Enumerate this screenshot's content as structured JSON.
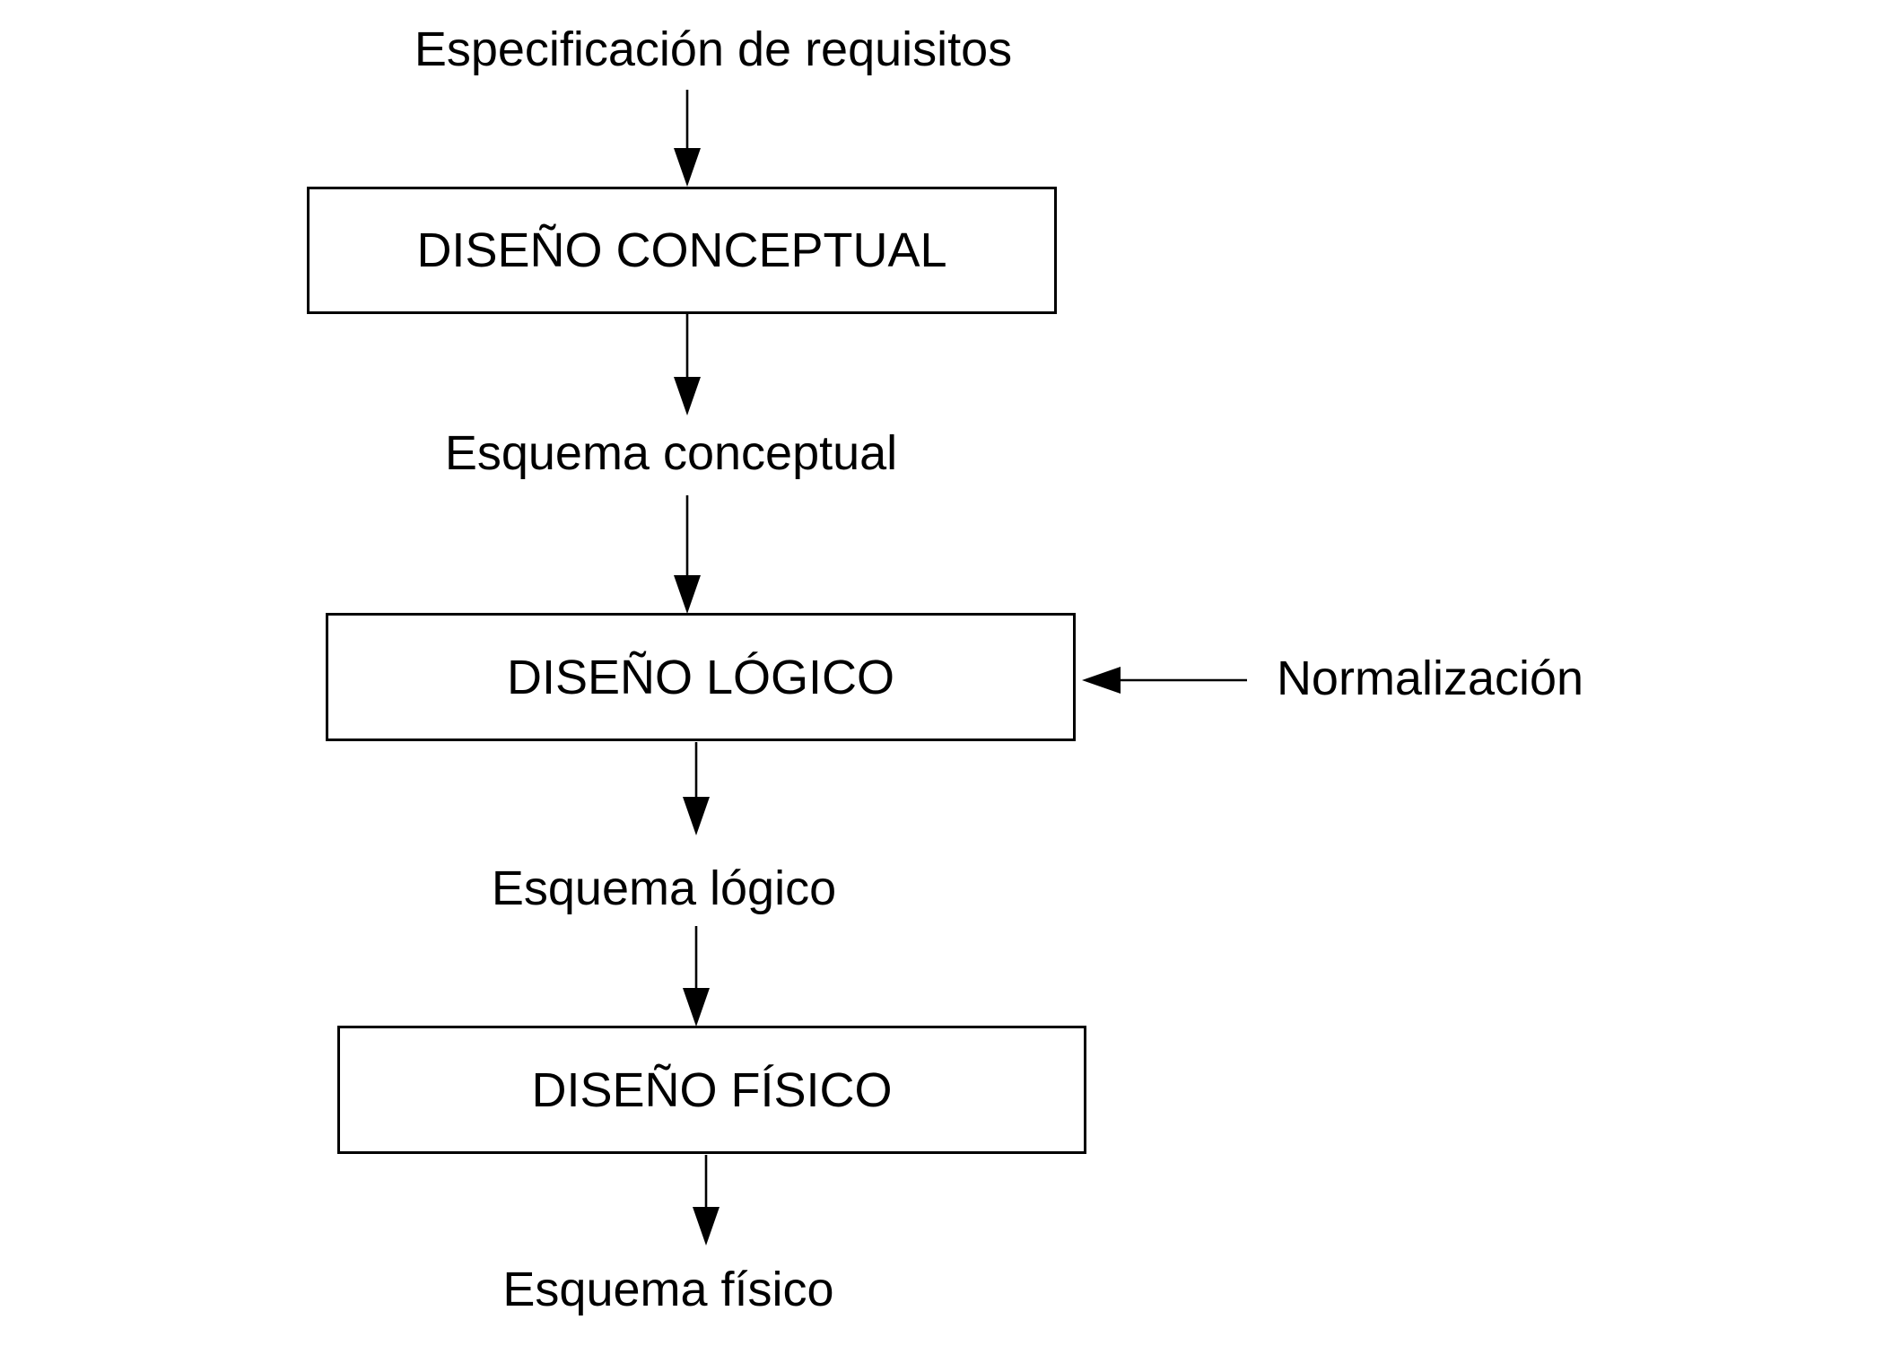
{
  "flowchart": {
    "flow_labels": {
      "requirements": "Especificación de requisitos",
      "conceptual_schema": "Esquema conceptual",
      "logical_schema": "Esquema lógico",
      "physical_schema": "Esquema físico"
    },
    "boxes": [
      {
        "id": "conceptual-design",
        "label": "DISEÑO CONCEPTUAL"
      },
      {
        "id": "logical-design",
        "label": "DISEÑO LÓGICO"
      },
      {
        "id": "physical-design",
        "label": "DISEÑO FÍSICO"
      }
    ],
    "annotations": {
      "normalization": "Normalización"
    },
    "colors": {
      "line": "#000000",
      "background": "#ffffff",
      "box_fill": "#ffffff"
    }
  }
}
